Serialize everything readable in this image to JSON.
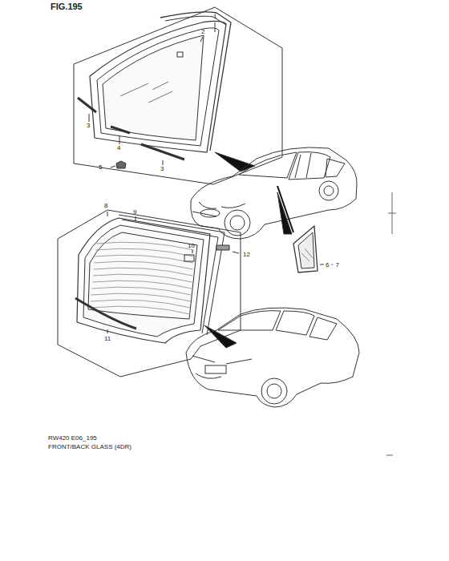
{
  "diagram": {
    "labels": [
      "FIG.195",
      "1",
      "2",
      "3",
      "4",
      "3",
      "5",
      "8",
      "9",
      "10",
      "12",
      "11",
      "6・7",
      "RW420 E06_195",
      "FRONT/BACK GLASS (4DR)"
    ]
  }
}
